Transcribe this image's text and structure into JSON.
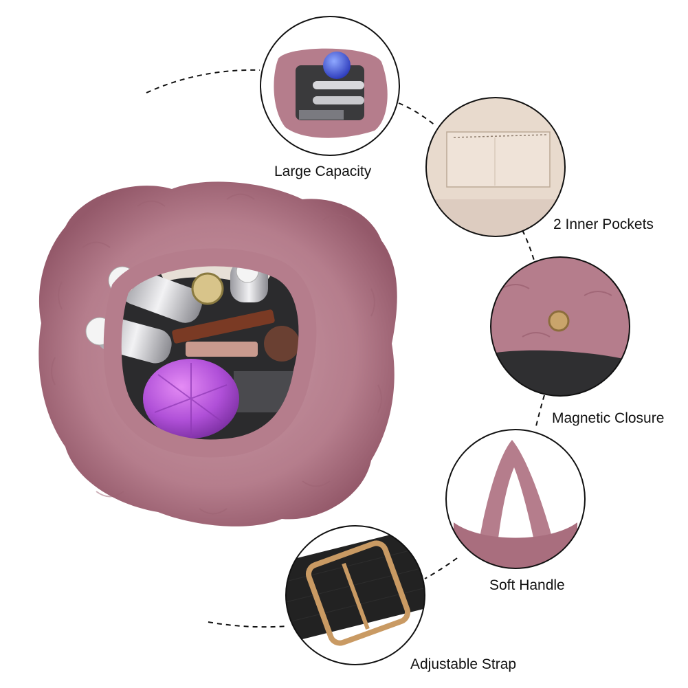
{
  "features": {
    "large_capacity": "Large Capacity",
    "inner_pockets": "2 Inner Pockets",
    "magnetic_closure": "Magnetic Closure",
    "soft_handle": "Soft Handle",
    "adjustable_strap": "Adjustable Strap"
  },
  "colors": {
    "fur": "#b57d8c",
    "fur_dark": "#8f5566",
    "lining": "#e9dcd0",
    "strap": "#222222",
    "buckle": "#c99a63",
    "accent_purple": "#b050d8"
  }
}
